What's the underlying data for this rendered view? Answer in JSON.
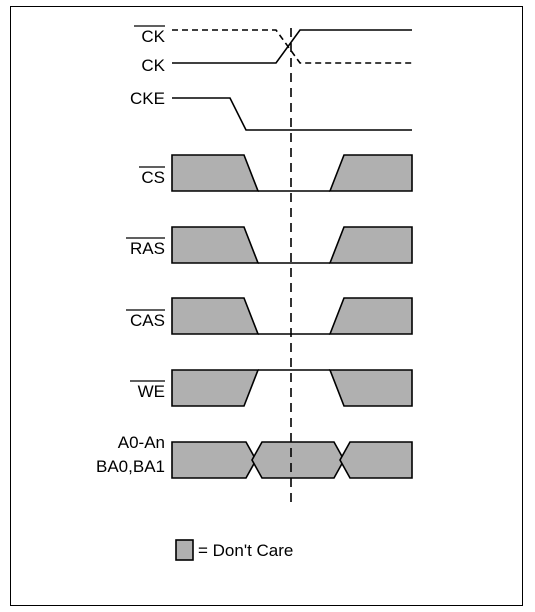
{
  "signals": [
    {
      "id": "ck_bar",
      "label": "CK",
      "overline": true
    },
    {
      "id": "ck",
      "label": "CK",
      "overline": false
    },
    {
      "id": "cke",
      "label": "CKE",
      "overline": false
    },
    {
      "id": "cs",
      "label": "CS",
      "overline": true
    },
    {
      "id": "ras",
      "label": "RAS",
      "overline": true
    },
    {
      "id": "cas",
      "label": "CAS",
      "overline": true
    },
    {
      "id": "we",
      "label": "WE",
      "overline": true
    },
    {
      "id": "addr",
      "label_line1": "A0-An",
      "label_line2": "BA0,BA1"
    }
  ],
  "legend": {
    "text": "= Don't Care"
  },
  "colors": {
    "dont_care_fill": "#b0b0b0",
    "line": "#000000"
  }
}
